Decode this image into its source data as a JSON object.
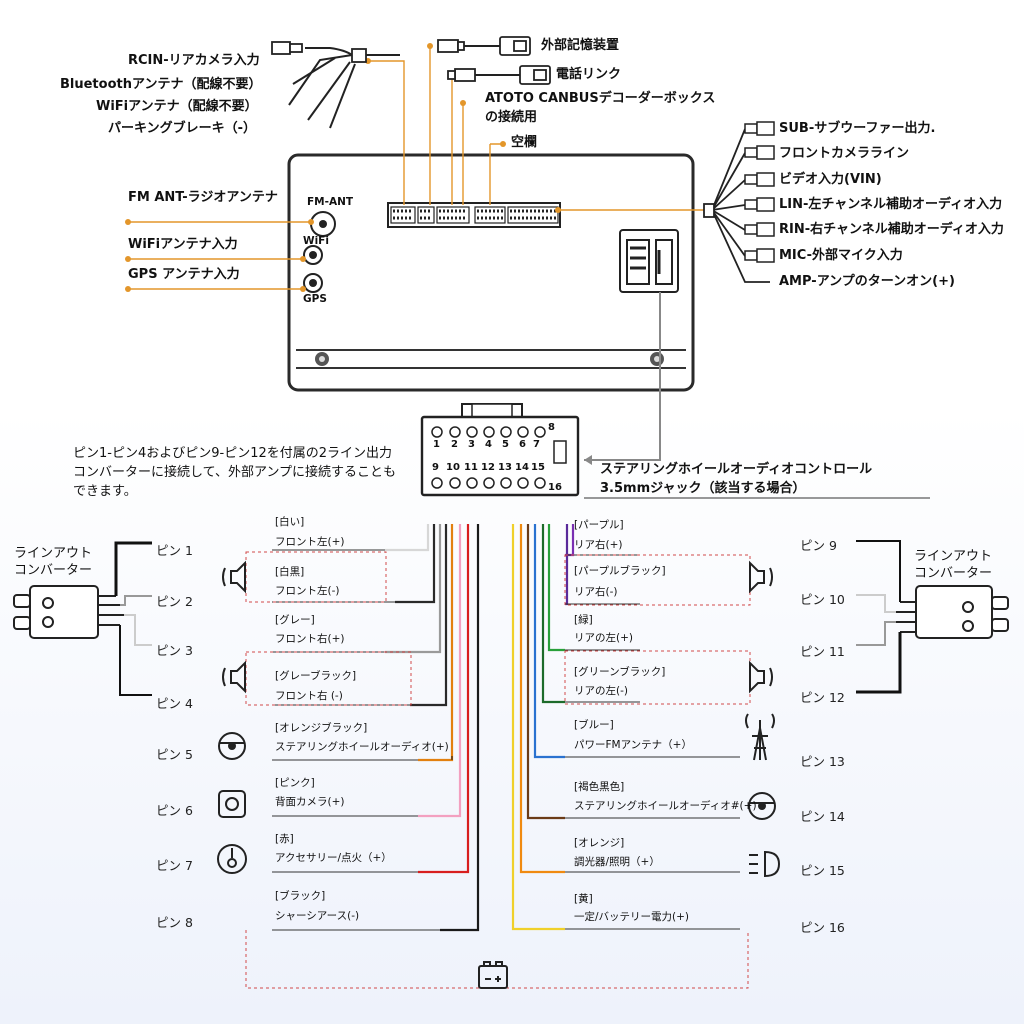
{
  "top_left": [
    "RCIN-リアカメラ入力",
    "Bluetoothアンテナ（配線不要）",
    "WiFiアンテナ（配線不要）",
    "パーキングブレーキ（-）"
  ],
  "top_center": {
    "storage": "外部記憶装置",
    "phone": "電話リンク",
    "canbus": "ATOTO CANBUSデコーダーボックスの接続用",
    "blank": "空欄"
  },
  "antennas": {
    "fm": "FM ANT-ラジオアンテナ",
    "wifi": "WiFiアンテナ入力",
    "gps": "GPS アンテナ入力"
  },
  "jacks": {
    "fm": "FM-ANT",
    "wifi": "WiFi",
    "gps": "GPS"
  },
  "rca": [
    "SUB-サブウーファー出力.",
    "フロントカメラライン",
    "ビデオ入力(VIN)",
    "LIN-左チャンネル補助オーディオ入力",
    "RIN-右チャンネル補助オーディオ入力",
    "MIC-外部マイク入力",
    "AMP-アンプのターンオン(+)"
  ],
  "connector": {
    "top": [
      "1",
      "2",
      "3",
      "4",
      "5",
      "6",
      "7",
      "8"
    ],
    "bottom": [
      "9",
      "10",
      "11",
      "12",
      "13",
      "14",
      "15",
      "16"
    ]
  },
  "note": "ピン1-ピン4およびピン9-ピン12を付属の2ライン出力コンバーターに接続して、外部アンプに接続することもできます。",
  "steering_jack": "ステアリングホイールオーディオコントロール3.5mmジャック（該当する場合）",
  "converter": {
    "line1": "ラインアウト",
    "line2": "コンバーター"
  },
  "pins": [
    {
      "pin": "ピン 1",
      "color": "[白い]",
      "func": "フロント左(+)",
      "hex": "#d7d7d7"
    },
    {
      "pin": "ピン 2",
      "color": "[白黒]",
      "func": "フロント左(-)",
      "hex": "#2a2a2a"
    },
    {
      "pin": "ピン 3",
      "color": "[グレー]",
      "func": "フロント右(+)",
      "hex": "#9a9a9a"
    },
    {
      "pin": "ピン 4",
      "color": "[グレーブラック]",
      "func": "フロント右 (-)",
      "hex": "#2a2a2a"
    },
    {
      "pin": "ピン 5",
      "color": "[オレンジブラック]",
      "func": "ステアリングホイールオーディオ(+)",
      "hex": "#e2800f"
    },
    {
      "pin": "ピン 6",
      "color": "[ピンク]",
      "func": "背面カメラ(+)",
      "hex": "#f3a0c0"
    },
    {
      "pin": "ピン 7",
      "color": "[赤]",
      "func": "アクセサリー/点火（+）",
      "hex": "#d81e1e"
    },
    {
      "pin": "ピン 8",
      "color": "[ブラック]",
      "func": "シャーシアース(-)",
      "hex": "#1a1a1a"
    },
    {
      "pin": "ピン 9",
      "color": "[パープル]",
      "func": "リア右(+)",
      "hex": "#7a2fb2"
    },
    {
      "pin": "ピン 10",
      "color": "[パープルブラック]",
      "func": "リア右(-)",
      "hex": "#5a2a9a"
    },
    {
      "pin": "ピン 11",
      "color": "[緑]",
      "func": "リアの左(+)",
      "hex": "#28a03a"
    },
    {
      "pin": "ピン 12",
      "color": "[グリーンブラック]",
      "func": "リアの左(-)",
      "hex": "#1d6b2a"
    },
    {
      "pin": "ピン 13",
      "color": "[ブルー]",
      "func": "パワーFMアンテナ（+）",
      "hex": "#2a72d0"
    },
    {
      "pin": "ピン 14",
      "color": "[褐色黒色]",
      "func": "ステアリングホイールオーディオ#(+)",
      "hex": "#6b3b17"
    },
    {
      "pin": "ピン 15",
      "color": "[オレンジ]",
      "func": "調光器/照明（+）",
      "hex": "#f08a10"
    },
    {
      "pin": "ピン 16",
      "color": "[黄]",
      "func": "一定/バッテリー電力(+)",
      "hex": "#f0d02a"
    }
  ],
  "icons": [
    "steering-wheel-icon",
    "camera-icon",
    "ignition-key-icon",
    "speaker-icon",
    "antenna-tower-icon",
    "headlight-icon",
    "battery-icon"
  ]
}
